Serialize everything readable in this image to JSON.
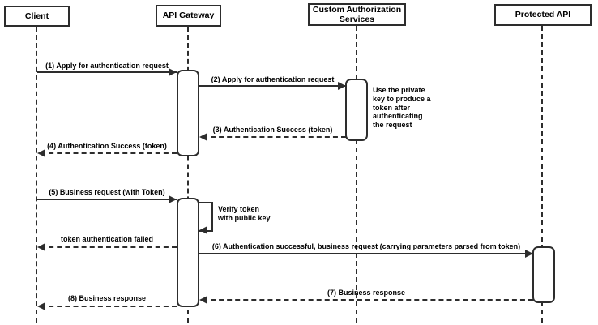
{
  "diagram": {
    "type": "uml-sequence",
    "participants": [
      {
        "id": "client",
        "label": "Client"
      },
      {
        "id": "api-gateway",
        "label": "API Gateway"
      },
      {
        "id": "custom-auth",
        "label": "Custom Authorization\nServices"
      },
      {
        "id": "protected-api",
        "label": "Protected API"
      }
    ],
    "messages": [
      {
        "label": "(1) Apply for authentication request",
        "style": "solid",
        "from": "client",
        "to": "api-gateway"
      },
      {
        "label": "(2) Apply for authentication request",
        "style": "solid",
        "from": "api-gateway",
        "to": "custom-auth"
      },
      {
        "label": "(3) Authentication Success (token)",
        "style": "dashed",
        "from": "custom-auth",
        "to": "api-gateway"
      },
      {
        "label": "(4) Authentication Success (token)",
        "style": "dashed",
        "from": "api-gateway",
        "to": "client"
      },
      {
        "label": "(5) Business request (with Token)",
        "style": "solid",
        "from": "client",
        "to": "api-gateway"
      },
      {
        "label": "Verify token\nwith public key",
        "style": "self",
        "from": "api-gateway",
        "to": "api-gateway"
      },
      {
        "label": "token authentication failed",
        "style": "dashed",
        "from": "api-gateway",
        "to": "client"
      },
      {
        "label": "(6) Authentication successful, business request (carrying parameters parsed from token)",
        "style": "solid",
        "from": "api-gateway",
        "to": "protected-api"
      },
      {
        "label": "(7) Business response",
        "style": "dashed",
        "from": "protected-api",
        "to": "api-gateway"
      },
      {
        "label": "(8) Business response",
        "style": "dashed",
        "from": "api-gateway",
        "to": "client"
      }
    ],
    "note": {
      "text": "Use the private\nkey to produce a\ntoken after\nauthenticating\nthe request"
    },
    "colors": {
      "stroke": "#2d2d2d",
      "fill": "#ffffff",
      "text": "#000000"
    }
  }
}
